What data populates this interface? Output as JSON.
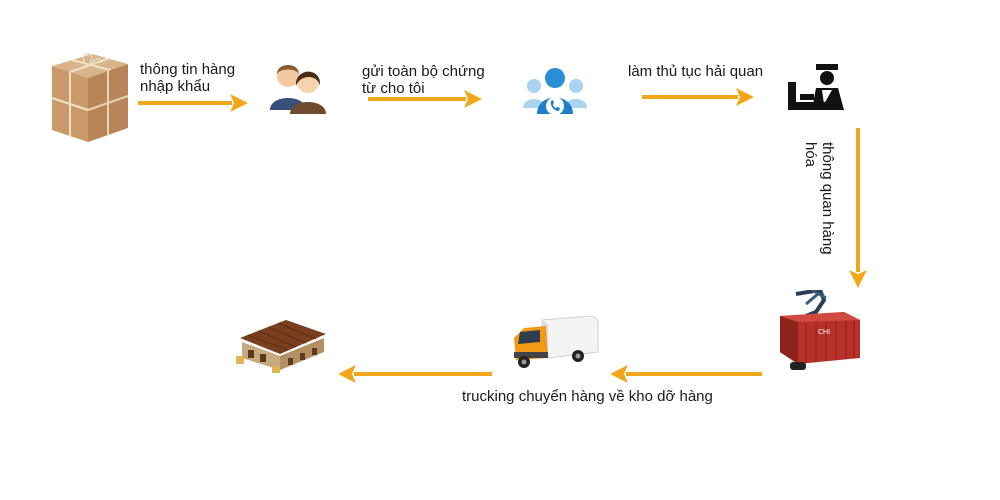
{
  "diagram": {
    "arrow_color": "#f0a81a",
    "steps": [
      {
        "icon": "package-box-icon"
      },
      {
        "icon": "people-icon"
      },
      {
        "icon": "contact-phone-icon"
      },
      {
        "icon": "customs-officer-icon"
      },
      {
        "icon": "container-crane-icon"
      },
      {
        "icon": "delivery-truck-icon"
      },
      {
        "icon": "warehouse-icon"
      }
    ],
    "labels": {
      "import_info_line1": "thông tin hàng",
      "import_info_line2": "nhập khẩu",
      "send_docs_line1": "gửi toàn bộ chứng",
      "send_docs_line2": "từ cho tôi",
      "customs_procedure": "làm thủ tục hải quan",
      "clearance_line1": "thông quan hàng",
      "clearance_line2": "hóa",
      "trucking": "trucking chuyển hàng về kho dỡ hàng"
    }
  }
}
